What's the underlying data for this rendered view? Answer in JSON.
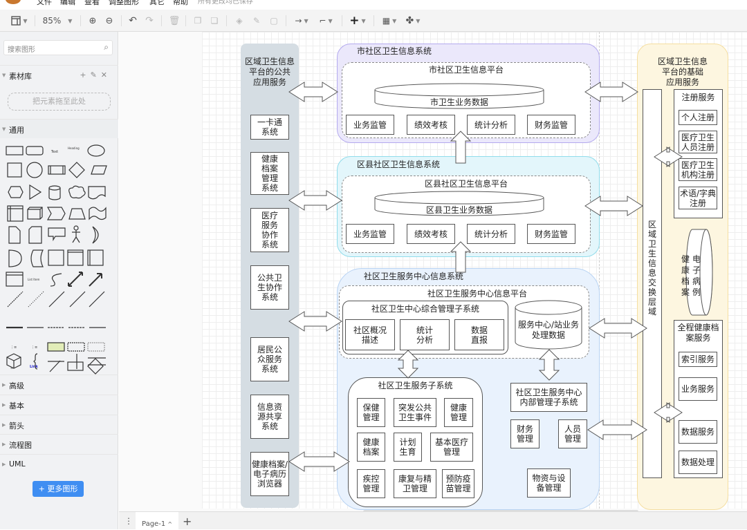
{
  "menubar": {
    "items": [
      "文件",
      "编辑",
      "查看",
      "调整图形",
      "其它",
      "帮助"
    ],
    "save_status": "所有更改均已保存"
  },
  "toolbar": {
    "zoom_level": "85%",
    "buttons": [
      "panel-layout",
      "zoom-in",
      "zoom-out",
      "undo",
      "redo",
      "delete",
      "to-front",
      "to-back",
      "fill-color",
      "line-color",
      "shadow",
      "connection-style",
      "waypoints",
      "insert",
      "table",
      "more-shapes"
    ]
  },
  "sidebar": {
    "search_placeholder": "搜索图形",
    "library": {
      "title": "素材库",
      "drop_hint": "把元素拖至此处"
    },
    "general_title": "通用",
    "sections": [
      "高级",
      "基本",
      "箭头",
      "流程图",
      "UML"
    ],
    "more_shapes_label": "更多图形",
    "more_shapes_icon": "+"
  },
  "bottom": {
    "page_tab": "Page-1",
    "page_tab_caret": "^",
    "add_page": "+",
    "menu_dots": "⋮"
  },
  "diagram": {
    "left_column": {
      "title": "区域卫生信息\n平台的公共\n应用服务",
      "items": [
        "一卡通\n系统",
        "健康\n档案\n管理\n系统",
        "医疗\n服务\n协作\n系统",
        "公共卫\n生协作\n系统",
        "居民公\n众服务\n系统",
        "信息资\n源共享\n系统",
        "健康档案/\n电子病历\n浏览器"
      ]
    },
    "city_system": {
      "title": "市社区卫生信息系统",
      "platform": "市社区卫生信息平台",
      "database": "市卫生业务数据",
      "modules": [
        "业务监管",
        "绩效考核",
        "统计分析",
        "财务监管"
      ],
      "color": "#ebe8fb"
    },
    "county_system": {
      "title": "区县社区卫生信息系统",
      "platform": "区县社区卫生信息平台",
      "database": "区县卫生业务数据",
      "modules": [
        "业务监管",
        "绩效考核",
        "统计分析",
        "财务监管"
      ],
      "color": "#e3f6fb"
    },
    "center_system": {
      "title": "社区卫生服务中心信息系统",
      "platform": "社区卫生服务中心信息平台",
      "mgmt_subsystem": {
        "title": "社区卫生中心综合管理子系统",
        "modules": [
          "社区概况\n描述",
          "统计\n分析",
          "数据\n直报"
        ]
      },
      "database": "服务中心/站业务\n处理数据",
      "service_subsystem": {
        "title": "社区卫生服务子系统",
        "modules": [
          "保健\n管理",
          "突发公共\n卫生事件",
          "健康\n管理",
          "健康\n档案",
          "计划\n生育",
          "基本医疗\n管理",
          "疾控\n管理",
          "康复与精\n卫管理",
          "预防疫\n苗管理"
        ]
      },
      "internal_subsystem": "社区卫生服务中心\n内部管理子系统",
      "internal_modules": [
        "财务\n管理",
        "人员\n管理",
        "物资与设\n备管理"
      ],
      "color": "#e9f2fd"
    },
    "right_column": {
      "title": "区域卫生信息\n平台的基础\n应用服务",
      "exchange_layer": "区域卫生信息交换层域",
      "registration": {
        "title": "注册服务",
        "items": [
          "个人注册",
          "医疗卫生\n人员注册",
          "医疗卫生\n机构注册",
          "术语/字典\n注册"
        ]
      },
      "ehr_db": [
        "健康档案",
        "电子病例"
      ],
      "lifecycle": {
        "title": "全程健康档\n案服务",
        "items": [
          "索引服务",
          "业务服务",
          "数据服务",
          "数据处理"
        ]
      },
      "color": "#fdf6e0"
    }
  }
}
